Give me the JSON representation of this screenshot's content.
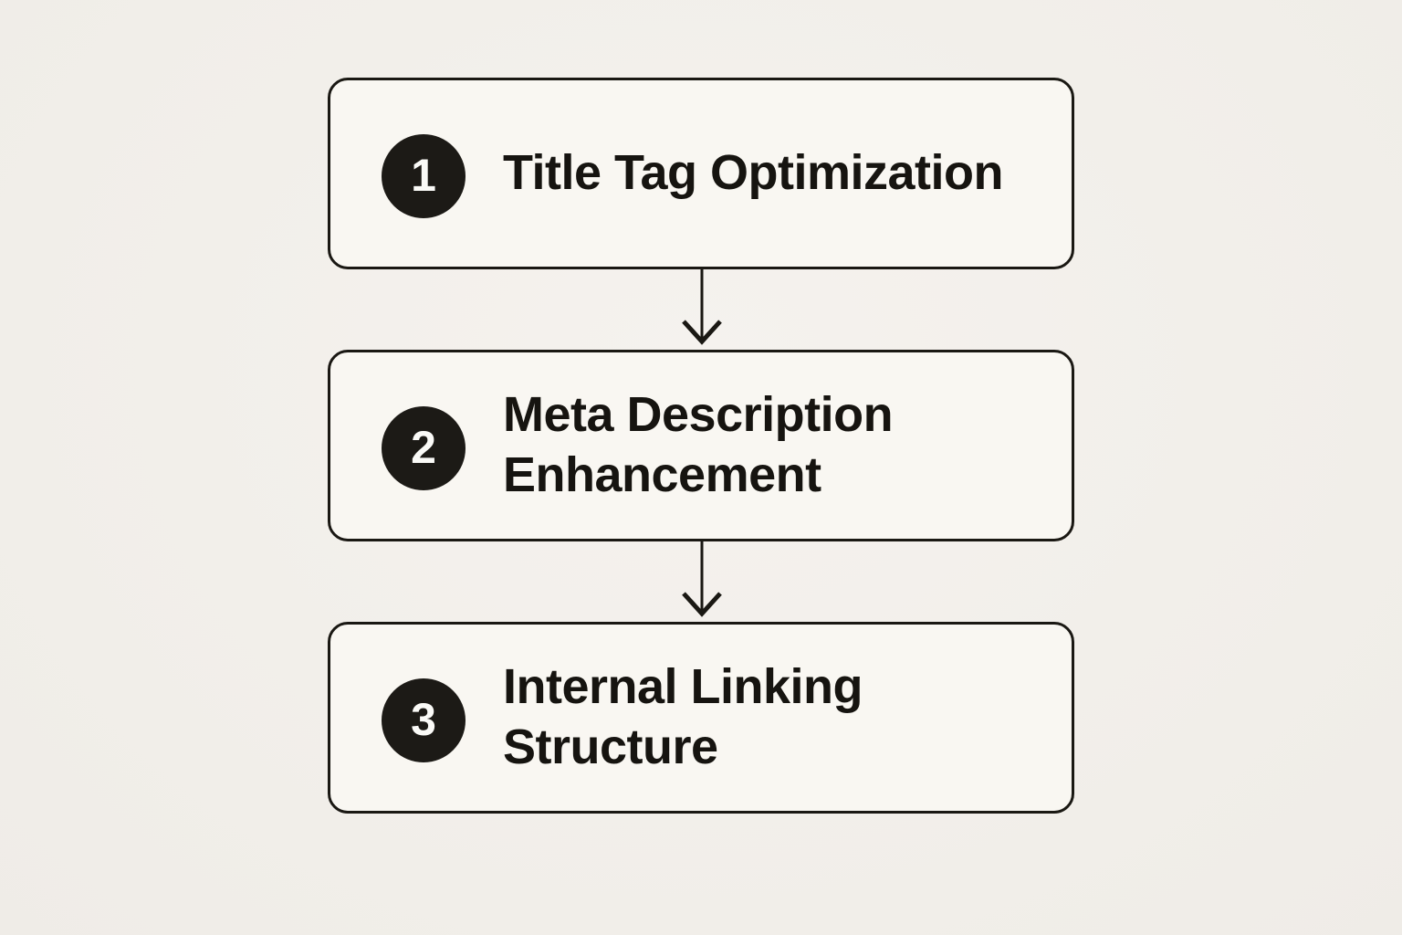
{
  "page": {
    "background_color": "#f2efea",
    "box_fill": "#f9f7f2",
    "border_color": "#1a1813",
    "circle_color": "#1c1a16",
    "text_color": "#161410",
    "number_color": "#fafaf7"
  },
  "flow": {
    "steps": [
      {
        "number": "1",
        "label": "Title Tag Optimization"
      },
      {
        "number": "2",
        "label": "Meta Description Enhancement"
      },
      {
        "number": "3",
        "label": "Internal Linking Structure"
      }
    ]
  }
}
